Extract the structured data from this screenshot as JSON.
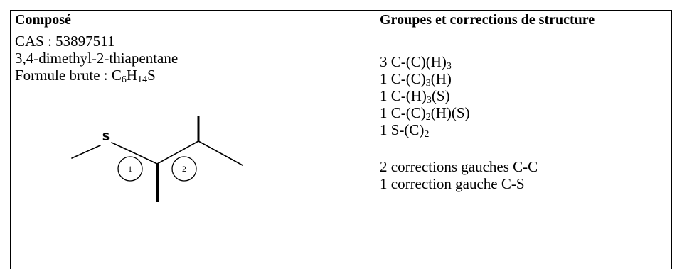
{
  "header": {
    "col1": "Composé",
    "col2": "Groupes et corrections de structure"
  },
  "compound": {
    "cas": "CAS : 53897511",
    "name": "3,4-dimethyl-2-thiapentane",
    "formula_prefix": "Formule brute : ",
    "formula": [
      {
        "t": "C"
      },
      {
        "s": "6"
      },
      {
        "t": "H"
      },
      {
        "s": "14"
      },
      {
        "t": "S"
      }
    ],
    "atom_label": "S",
    "ring_labels": [
      "1",
      "2"
    ]
  },
  "groups": [
    [
      {
        "t": "3 C-(C)(H)"
      },
      {
        "s": "3"
      }
    ],
    [
      {
        "t": "1 C-(C)"
      },
      {
        "s": "3"
      },
      {
        "t": "(H)"
      }
    ],
    [
      {
        "t": "1 C-(H)"
      },
      {
        "s": "3"
      },
      {
        "t": "(S)"
      }
    ],
    [
      {
        "t": "1 C-(C)"
      },
      {
        "s": "2"
      },
      {
        "t": "(H)(S)"
      }
    ],
    [
      {
        "t": "1 S-(C)"
      },
      {
        "s": "2"
      }
    ]
  ],
  "corrections": [
    "2 corrections gauches C-C",
    "1 correction gauche C-S"
  ]
}
